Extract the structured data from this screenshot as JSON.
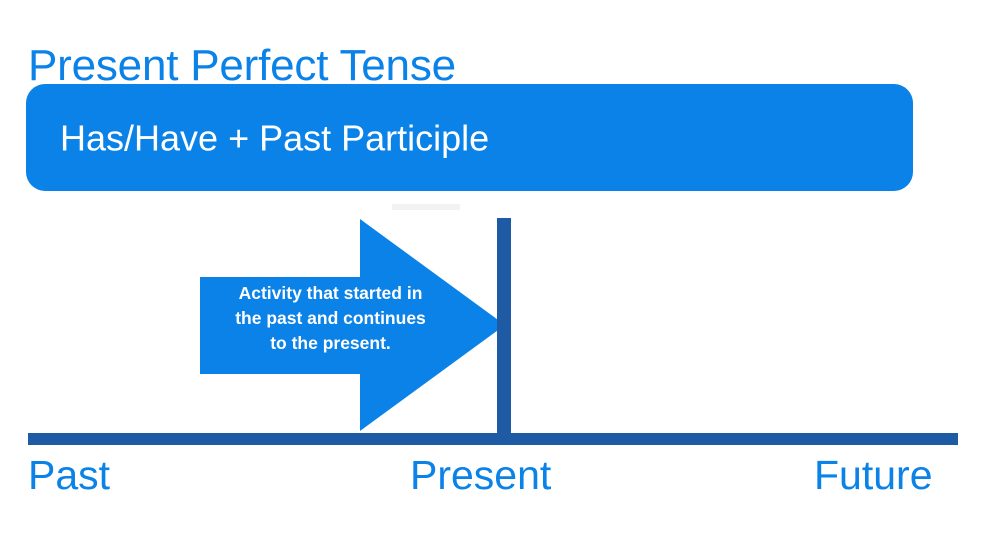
{
  "slide": {
    "title": "Present Perfect Tense",
    "accent_color": "#0b82e8",
    "timeline_color": "#1f5ba4",
    "background_color": "#ffffff"
  },
  "formula": {
    "text": "Has/Have + Past Participle",
    "background_color": "#0b82e8",
    "text_color": "#ffffff"
  },
  "arrow": {
    "caption_line_1": "Activity that started in",
    "caption_line_2": "the past and continues",
    "caption_line_3": "to the present.",
    "caption_full": "Activity that started in the past and continues to the present.",
    "fill_color": "#0b82e8",
    "direction": "right"
  },
  "timeline": {
    "labels": {
      "past": "Past",
      "present": "Present",
      "future": "Future"
    },
    "marker_label": "Present",
    "axis_color": "#1f5ba4",
    "label_color": "#0b82e8"
  }
}
